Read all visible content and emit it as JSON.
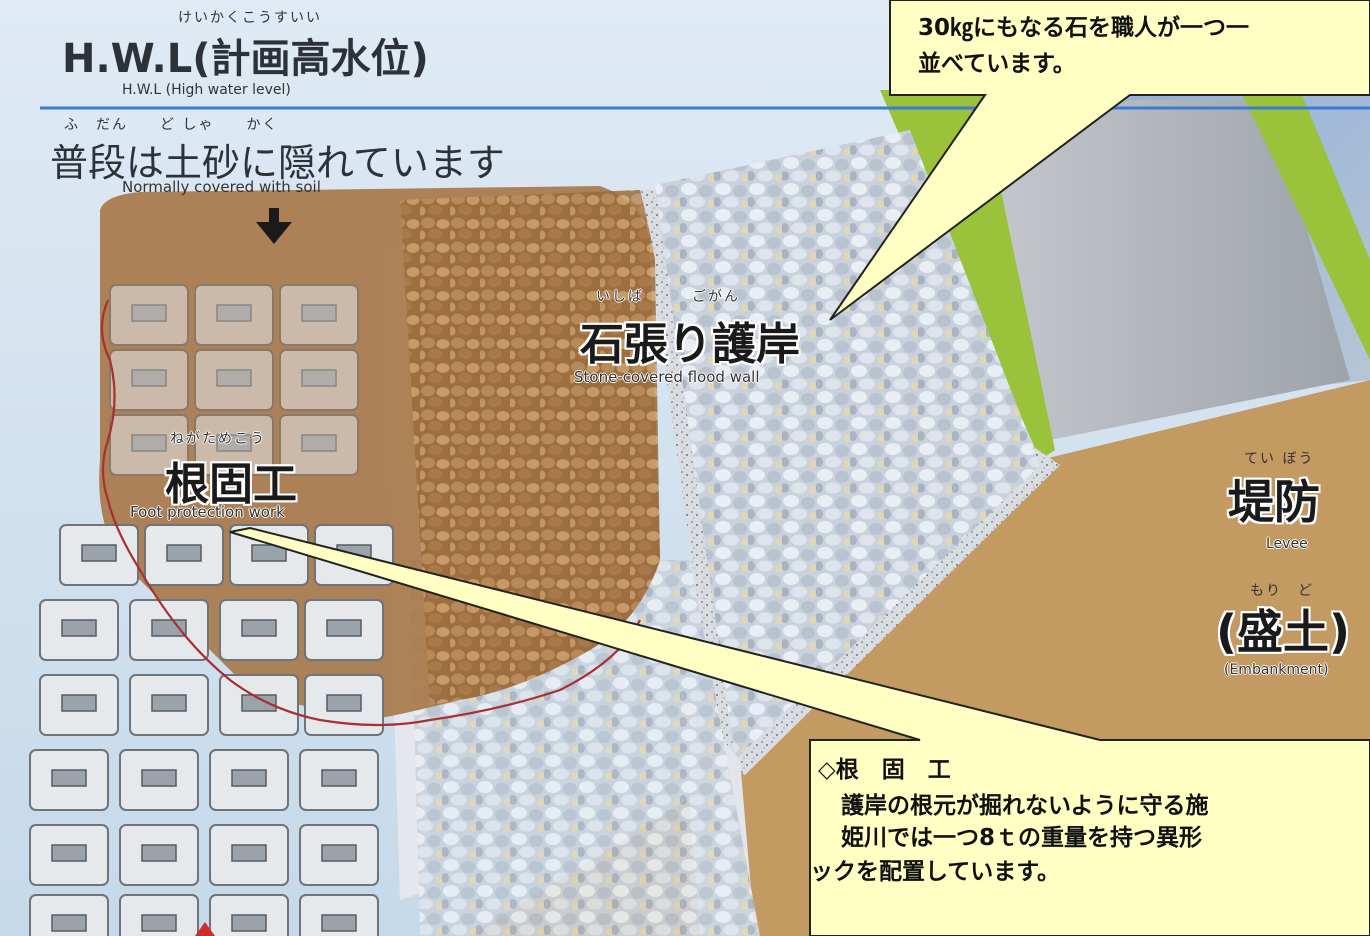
{
  "hwl": {
    "ruby": "けいかくこうすいい",
    "title": "H.W.L(計画高水位)",
    "sub": "H.W.L (High water level)"
  },
  "soil": {
    "ruby": "ふ　だん　　ど しゃ　　かく",
    "title": "普段は土砂に隠れています",
    "sub": "Normally covered with soil"
  },
  "stone_wall": {
    "ruby": "いしば　　　ごがん",
    "title": "石張り護岸",
    "sub": "Stone-covered flood wall"
  },
  "foot": {
    "ruby": "ねがためこう",
    "title": "根固工",
    "sub": "Foot protection work"
  },
  "levee": {
    "ruby": "てい ぼう",
    "title": "堤防",
    "sub": "Levee",
    "ruby2": "もり　ど",
    "title2": "(盛土)",
    "sub2": "(Embankment)"
  },
  "callout_top": {
    "line1": "30㎏にもなる石を職人が一つ一",
    "line2": "並べています。"
  },
  "callout_bottom": {
    "heading": "◇根　固　工",
    "line1": "　護岸の根元が掘れないように守る施",
    "line2": "　姫川では一つ8ｔの重量を持つ異形",
    "line3": "ックを配置しています。"
  },
  "colors": {
    "callout_fill": "#ffffc4",
    "soil": "#a8784a",
    "levee": "#c49a63",
    "green_slope": "#9ac23a",
    "water_line": "#3a7bd5",
    "boundary_line": "#a83030"
  }
}
